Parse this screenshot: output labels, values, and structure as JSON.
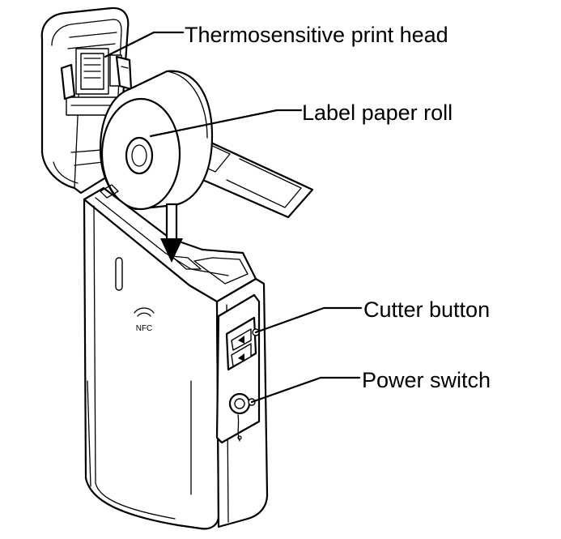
{
  "callouts": {
    "print_head": "Thermosensitive print head",
    "paper_roll": "Label paper roll",
    "cutter_button": "Cutter button",
    "power_switch": "Power switch"
  },
  "device": {
    "nfc_badge": "NFC"
  },
  "colors": {
    "line": "#000000",
    "background": "#ffffff"
  }
}
